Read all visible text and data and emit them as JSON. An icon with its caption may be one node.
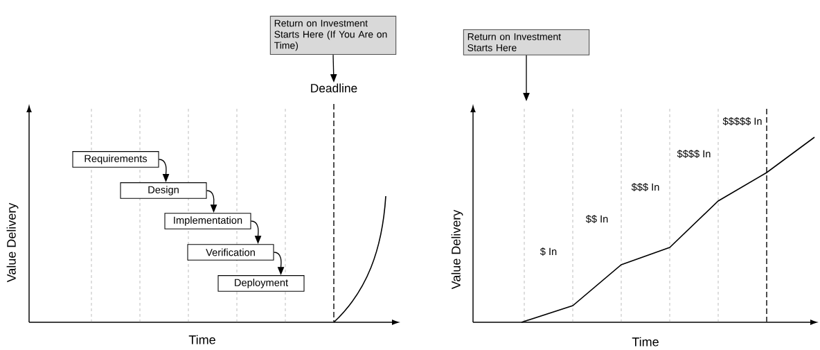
{
  "diagram": {
    "nodes": [
      {
        "text": [
          "Return on Investment Starts Here (If You Are on Time)"
        ]
      },
      {
        "text": [
          "Deadline"
        ]
      },
      {
        "text": [
          "Requirements"
        ]
      },
      {
        "text": [
          "Design"
        ]
      },
      {
        "text": [
          "Implementation"
        ]
      },
      {
        "text": [
          "Verification"
        ]
      },
      {
        "text": [
          "Deployment"
        ]
      },
      {
        "text": [
          "Return on Investment Starts Here"
        ]
      }
    ],
    "edges": [
      {
        "from": 0,
        "to": 1,
        "arrow": "to"
      },
      {
        "from": 2,
        "to": 3,
        "arrow": "to"
      },
      {
        "from": 3,
        "to": 4,
        "arrow": "to"
      },
      {
        "from": 4,
        "to": 5,
        "arrow": "to"
      },
      {
        "from": 5,
        "to": 6,
        "arrow": "to"
      },
      {
        "from": 7,
        "to": null,
        "arrow": "to"
      }
    ],
    "labels": [
      "Value Delivery",
      "Time",
      "Value Delivery",
      "Time",
      "$ In",
      "$$ In",
      "$$$ In",
      "$$$$ In",
      "$$$$$ In"
    ]
  }
}
